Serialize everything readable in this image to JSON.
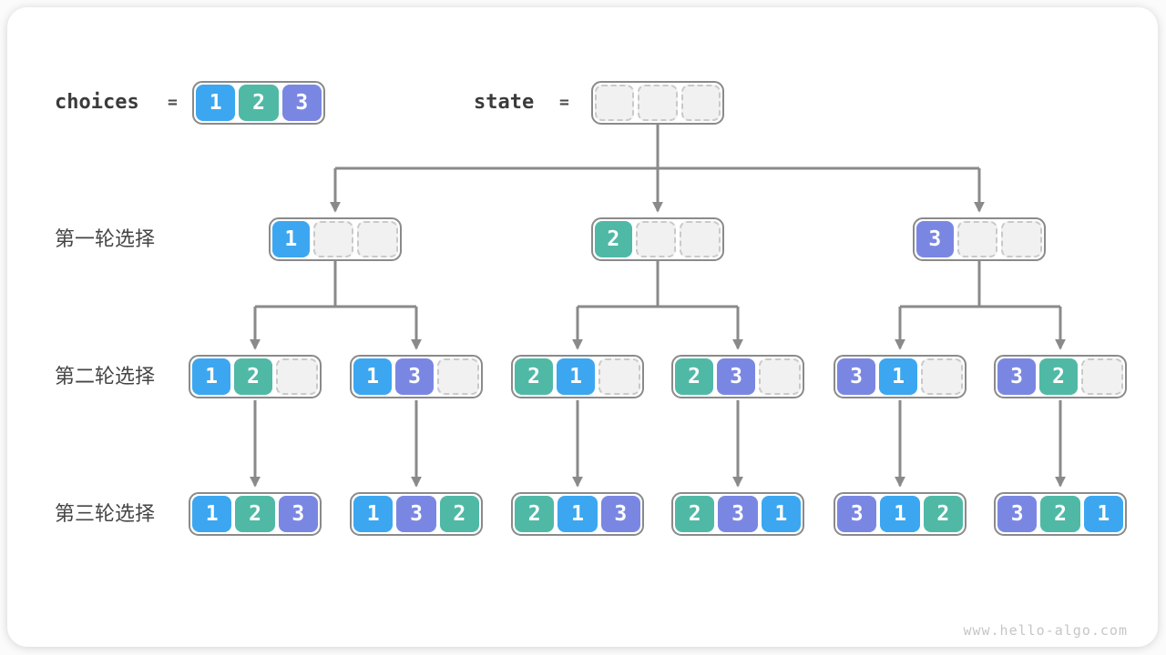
{
  "colors": {
    "1": "#3ca7f0",
    "2": "#50b9a6",
    "3": "#7a87e2"
  },
  "header": {
    "choices_label": "choices",
    "equals": "=",
    "choices_cells": [
      "1",
      "2",
      "3"
    ],
    "state_label": "state",
    "state_cells": [
      null,
      null,
      null
    ]
  },
  "rows": [
    {
      "label": "第一轮选择",
      "nodes": [
        {
          "cells": [
            "1",
            null,
            null
          ]
        },
        {
          "cells": [
            "2",
            null,
            null
          ]
        },
        {
          "cells": [
            "3",
            null,
            null
          ]
        }
      ]
    },
    {
      "label": "第二轮选择",
      "nodes": [
        {
          "cells": [
            "1",
            "2",
            null
          ]
        },
        {
          "cells": [
            "1",
            "3",
            null
          ]
        },
        {
          "cells": [
            "2",
            "1",
            null
          ]
        },
        {
          "cells": [
            "2",
            "3",
            null
          ]
        },
        {
          "cells": [
            "3",
            "1",
            null
          ]
        },
        {
          "cells": [
            "3",
            "2",
            null
          ]
        }
      ]
    },
    {
      "label": "第三轮选择",
      "nodes": [
        {
          "cells": [
            "1",
            "2",
            "3"
          ]
        },
        {
          "cells": [
            "1",
            "3",
            "2"
          ]
        },
        {
          "cells": [
            "2",
            "1",
            "3"
          ]
        },
        {
          "cells": [
            "2",
            "3",
            "1"
          ]
        },
        {
          "cells": [
            "3",
            "1",
            "2"
          ]
        },
        {
          "cells": [
            "3",
            "2",
            "1"
          ]
        }
      ]
    }
  ],
  "footer": {
    "watermark": "www.hello-algo.com"
  }
}
